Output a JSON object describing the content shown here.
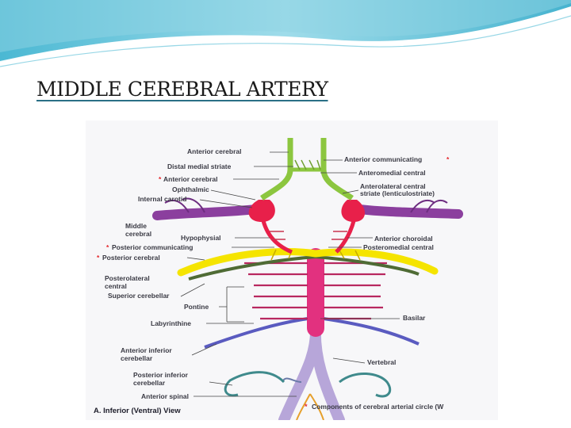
{
  "slide": {
    "title": "MIDDLE CEREBRAL ARTERY"
  },
  "diagram": {
    "left_labels": [
      "Anterior cerebral",
      "Distal medial striate",
      "Anterior cerebral",
      "Ophthalmic",
      "Internal carotid",
      "Middle",
      "cerebral",
      "Hypophysial",
      "Posterior communicating",
      "Posterior cerebral",
      "Posterolateral",
      "central",
      "Superior cerebellar",
      "Pontine",
      "Labyrinthine",
      "Anterior inferior",
      "cerebellar",
      "Posterior inferior",
      "cerebellar",
      "Anterior spinal"
    ],
    "right_labels": [
      "Anterior communicating",
      "Anteromedial central",
      "Anterolateral central",
      "striate (lenticulostriate)",
      "Anterior choroidal",
      "Posteromedial central",
      "Basilar",
      "Vertebral"
    ],
    "caption": "A. Inferior (Ventral) View",
    "legend": "Components of cerebral arterial circle (W",
    "star": "*",
    "colors": {
      "header_teal": "#5fc3d8",
      "anterior_green": "#8cc63f",
      "carotid_red": "#e8204a",
      "middle_purple": "#8b3f9e",
      "posterior_yellow": "#f5e400",
      "basilar_magenta": "#e2317f",
      "vertebral_lavender": "#b7a6d9",
      "star_red": "#e4262b"
    }
  }
}
